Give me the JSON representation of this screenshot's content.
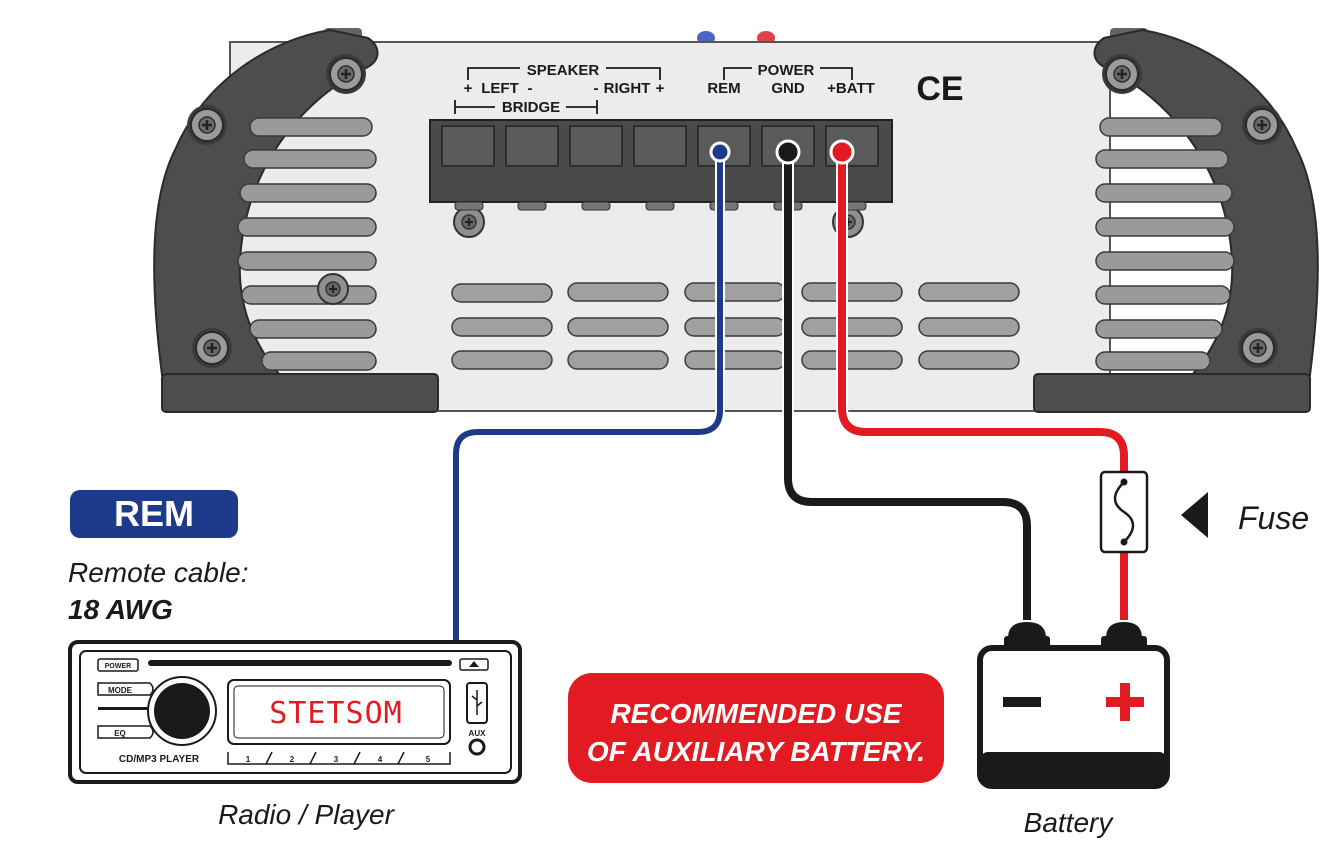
{
  "amplifier": {
    "speaker_label": "SPEAKER",
    "left_label": "LEFT",
    "right_label": "RIGHT",
    "bridge_label": "BRIDGE",
    "plus_sign": "+",
    "minus_sign": "-",
    "power_label": "POWER",
    "rem_label": "REM",
    "gnd_label": "GND",
    "batt_label": "+BATT",
    "ce_mark": "CE"
  },
  "rem_badge": {
    "label": "REM",
    "color": "#1e3a8a"
  },
  "remote_cable": {
    "line1": "Remote cable:",
    "line2": "18 AWG"
  },
  "radio": {
    "display_text": "STETSOM",
    "power_button": "POWER",
    "mode_button": "MODE",
    "eq_button": "EQ",
    "model_text": "CD/MP3 PLAYER",
    "presets": [
      "1",
      "2",
      "3",
      "4",
      "5"
    ],
    "aux_label": "AUX",
    "caption": "Radio / Player"
  },
  "fuse": {
    "label": "Fuse"
  },
  "battery": {
    "caption": "Battery",
    "minus": "–",
    "plus": "+"
  },
  "recommendation": {
    "line1": "RECOMMENDED USE",
    "line2": "OF AUXILIARY BATTERY.",
    "color": "#e21b23"
  },
  "wire_colors": {
    "rem": "#1e3a8a",
    "gnd": "#1a1a1a",
    "batt": "#e21b23"
  },
  "icons": [
    "screw-icon",
    "usb-icon",
    "eject-icon",
    "fuse-icon",
    "arrow-left-icon"
  ]
}
